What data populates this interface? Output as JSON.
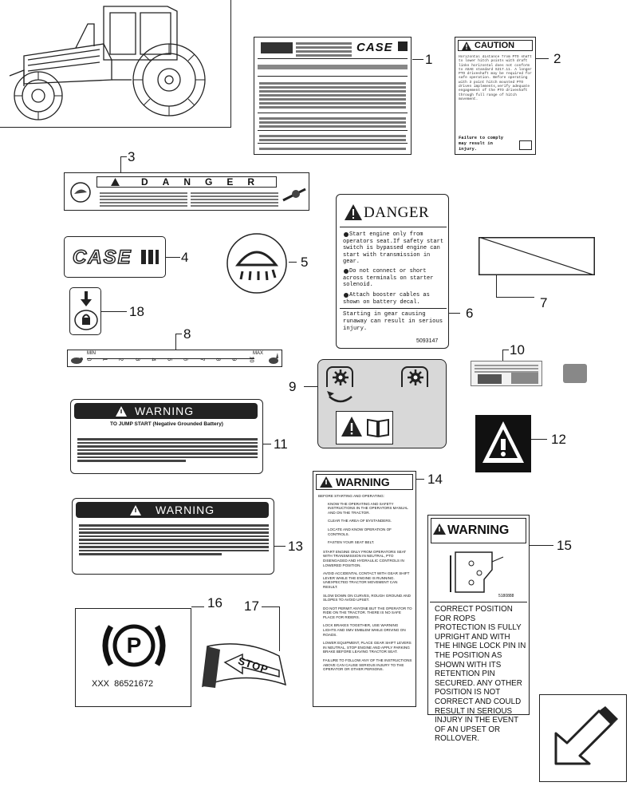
{
  "callouts": [
    "1",
    "2",
    "3",
    "4",
    "5",
    "6",
    "7",
    "8",
    "9",
    "10",
    "11",
    "12",
    "13",
    "14",
    "15",
    "16",
    "17",
    "18"
  ],
  "decal_2": {
    "header": "CAUTION",
    "body": "Horizontal distance from PTO shaft to lower hitch points with draft links horizontal does not conform to ASAE standard S217.11. A longer PTO driveshaft may be required for safe operation. Before operating with 3 point hitch mounted PTO driven implements,verify adequate engagement of the PTO driveshaft through full range of hitch movement.",
    "footer": "Failure to comply may result in injury."
  },
  "decal_3": {
    "header": "DANGER"
  },
  "decal_4": {
    "brand": "CASE"
  },
  "decal_1": {
    "brand": "CASE"
  },
  "decal_6": {
    "header": "DANGER",
    "items": [
      "Start engine only from operators seat.If safety start switch is bypassed engine can start with transmission in gear.",
      "Do not connect or short across terminals on starter solenoid.",
      "Attach booster cables as shown on battery decal."
    ],
    "footer": "Starting in gear causing runaway can result in serious injury.",
    "code": "5093147"
  },
  "decal_8": {
    "min": "MIN",
    "max": "MAX",
    "scale": [
      "0",
      "1",
      "2",
      "3",
      "4",
      "5",
      "6",
      "7",
      "8",
      "9",
      "10"
    ]
  },
  "decal_11": {
    "header": "WARNING",
    "subtitle": "TO JUMP START (Negative Grounded Battery)"
  },
  "decal_13": {
    "header": "WARNING"
  },
  "decal_14": {
    "header": "WARNING",
    "items": [
      "BEFORE STARTING AND OPERATING:",
      "KNOW THE OPERATING AND SAFETY INSTRUCTIONS IN THE OPERATORS MANUAL AND ON THE TRACTOR.",
      "CLEAR THE AREA OF BYSTANDERS.",
      "LOCATE AND KNOW OPERATION OF CONTROLS.",
      "FASTEN YOUR SEAT BELT.",
      "START ENGINE ONLY FROM OPERATORS SEAT WITH TRANSMISSION IN NEUTRAL, PTO DISENGAGED AND HYDRAULIC CONTROLS IN LOWERED POSITION.",
      "AVOID ACCIDENTAL CONTACT WITH GEAR SHIFT LEVER WHILE THE ENGINE IS RUNNING. UNEXPECTED TRACTOR MOVEMENT CAN RESULT.",
      "SLOW DOWN ON CURVES, ROUGH GROUND AND SLOPES TO AVOID UPSET.",
      "DO NOT PERMIT ANYONE BUT THE OPERATOR TO RIDE ON THE TRACTOR. THERE IS NO SAFE PLACE FOR RIDERS.",
      "LOCK BRAKES TOGETHER, USE WARNING LIGHTS AND SMV EMBLEM WHILE DRIVING ON ROADS.",
      "LOWER EQUIPMENT, PLACE GEAR SHIFT LEVERS IN NEUTRAL, STOP ENGINE AND APPLY PARKING BRAKE BEFORE LEAVING TRACTOR SEAT.",
      "FAILURE TO FOLLOW ANY OF THE INSTRUCTIONS ABOVE CAN CAUSE SERIOUS INJURY TO THE OPERATOR OR OTHER PERSONS."
    ]
  },
  "decal_15": {
    "header": "WARNING",
    "code": "5180888",
    "body": "CORRECT POSITION FOR ROPS PROTECTION IS FULLY UPRIGHT AND WITH THE HINGE LOCK PIN IN THE POSITION AS SHOWN WITH ITS RETENTION PIN SECURED. ANY OTHER POSITION IS NOT CORRECT AND COULD RESULT IN SERIOUS INJURY IN THE EVENT OF AN UPSET OR ROLLOVER."
  },
  "decal_16": {
    "symbol": "P",
    "code": "XXX  86521672"
  },
  "decal_17": {
    "text": "STOP"
  }
}
